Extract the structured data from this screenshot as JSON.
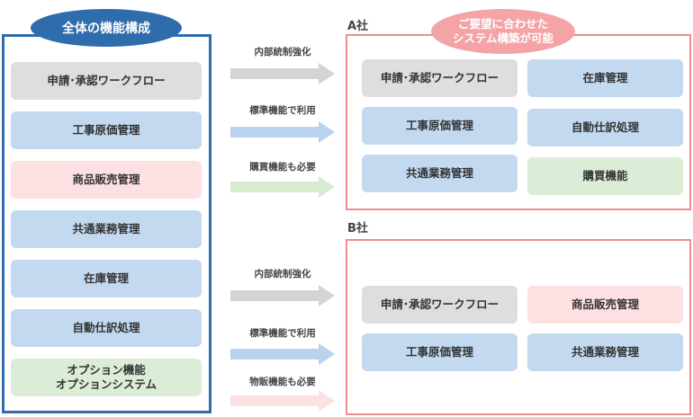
{
  "left_panel": {
    "title": "全体の機能構成",
    "items": [
      {
        "label": "申請･承認ワークフロー",
        "color": "gray"
      },
      {
        "label": "工事原価管理",
        "color": "blue"
      },
      {
        "label": "商品販売管理",
        "color": "pink"
      },
      {
        "label": "共通業務管理",
        "color": "blue"
      },
      {
        "label": "在庫管理",
        "color": "blue"
      },
      {
        "label": "自動仕訳処理",
        "color": "blue"
      },
      {
        "label": "オプション機能\nオプションシステム",
        "color": "green"
      }
    ]
  },
  "callout": "ご要望に合わせた\nシステム構築が可能",
  "company_a": {
    "name": "A社",
    "arrows": [
      {
        "label": "内部統制強化",
        "color": "#d4d4d4"
      },
      {
        "label": "標準機能で利用",
        "color": "#b9d3ee"
      },
      {
        "label": "購買機能も必要",
        "color": "#d6ebd0"
      }
    ],
    "items": [
      {
        "label": "申請･承認ワークフロー",
        "color": "gray"
      },
      {
        "label": "在庫管理",
        "color": "blue"
      },
      {
        "label": "工事原価管理",
        "color": "blue"
      },
      {
        "label": "自動仕訳処理",
        "color": "blue"
      },
      {
        "label": "共通業務管理",
        "color": "blue"
      },
      {
        "label": "購買機能",
        "color": "green"
      }
    ]
  },
  "company_b": {
    "name": "B社",
    "arrows": [
      {
        "label": "内部統制強化",
        "color": "#d4d4d4"
      },
      {
        "label": "標準機能で利用",
        "color": "#b9d3ee"
      },
      {
        "label": "物販機能も必要",
        "color": "#fde0e2"
      }
    ],
    "items": [
      {
        "label": "申請･承認ワークフロー",
        "color": "gray"
      },
      {
        "label": "商品販売管理",
        "color": "pink"
      },
      {
        "label": "工事原価管理",
        "color": "blue"
      },
      {
        "label": "共通業務管理",
        "color": "blue"
      }
    ]
  },
  "colors": {
    "left_frame": "#2f6cac",
    "right_frame": "#ef8d8f",
    "callout": "#f4a4a6"
  }
}
